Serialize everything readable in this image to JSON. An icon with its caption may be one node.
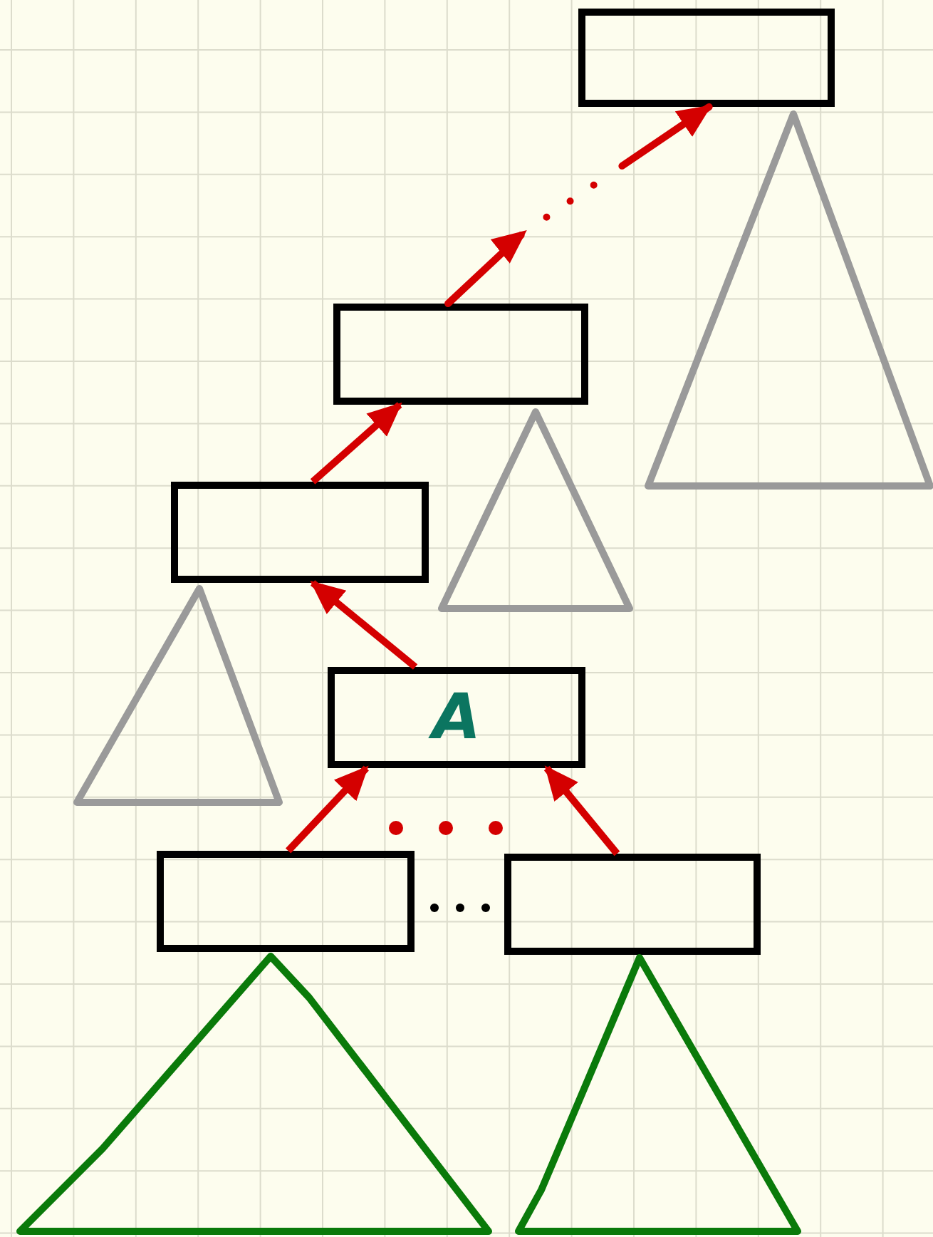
{
  "diagram": {
    "nodes": [
      {
        "text": [],
        "shape": "box"
      },
      {
        "text": [],
        "shape": "box"
      },
      {
        "text": [],
        "shape": "box"
      },
      {
        "text": [
          "A"
        ]
      },
      {
        "text": [],
        "shape": "box"
      },
      {
        "text": [],
        "shape": "box"
      },
      {
        "text": [],
        "shape": "triangle"
      },
      {
        "text": [],
        "shape": "triangle"
      },
      {
        "text": [],
        "shape": "triangle"
      },
      {
        "text": [],
        "shape": "triangle"
      },
      {
        "text": [],
        "shape": "triangle"
      }
    ],
    "edges": [
      {
        "from": 4,
        "to": 3,
        "arrow": "to"
      },
      {
        "from": 5,
        "to": 3,
        "arrow": "to"
      },
      {
        "from": 3,
        "to": 2,
        "arrow": "to"
      },
      {
        "from": 2,
        "to": 1,
        "arrow": "to"
      },
      {
        "from": 1,
        "to": 0,
        "arrow": "to",
        "style": "dashed"
      }
    ]
  }
}
